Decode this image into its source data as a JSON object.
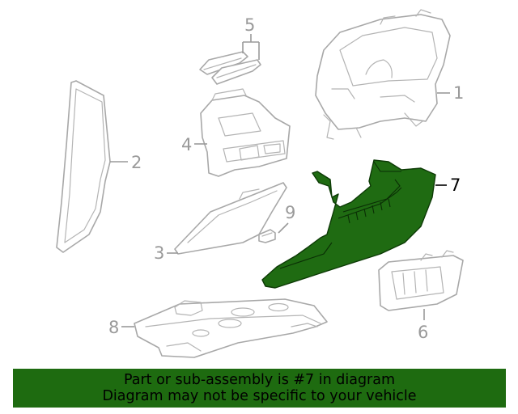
{
  "callouts": {
    "c1": "1",
    "c2": "2",
    "c3": "3",
    "c4": "4",
    "c5": "5",
    "c6": "6",
    "c7": "7",
    "c8": "8",
    "c9": "9"
  },
  "highlighted_part": "7",
  "colors": {
    "highlight": "#1f6b12",
    "banner": "#1e6b10",
    "linework": "#a8a8a8"
  },
  "banner": {
    "line1": "Part or sub-assembly is #7 in diagram",
    "line2": "Diagram may not be specific to your vehicle"
  }
}
